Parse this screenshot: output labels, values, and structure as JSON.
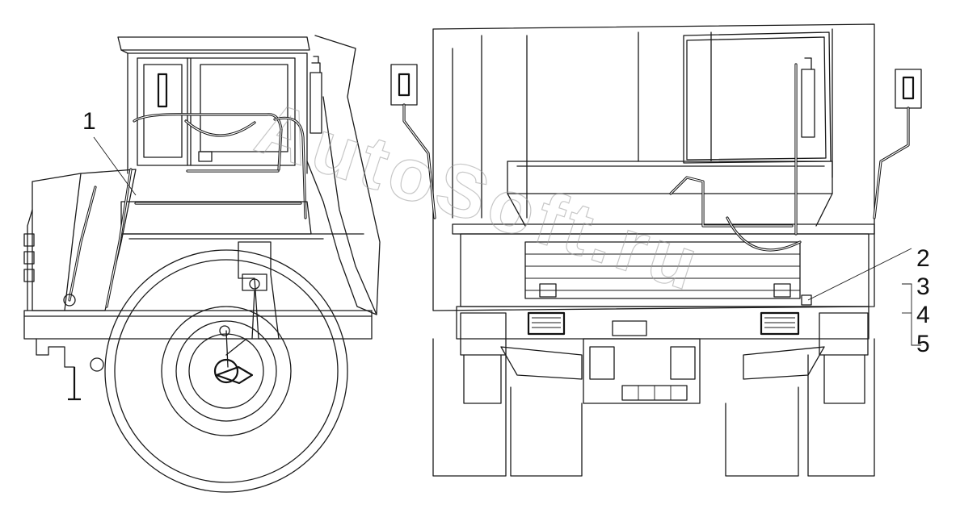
{
  "callouts": {
    "c1": "1",
    "c2": "2",
    "c3": "3",
    "c4": "4",
    "c5": "5"
  },
  "watermark": "AutoSoft.ru",
  "colors": {
    "line": "#1a1a1a",
    "background": "#ffffff",
    "watermark": "#9a9a9a"
  }
}
